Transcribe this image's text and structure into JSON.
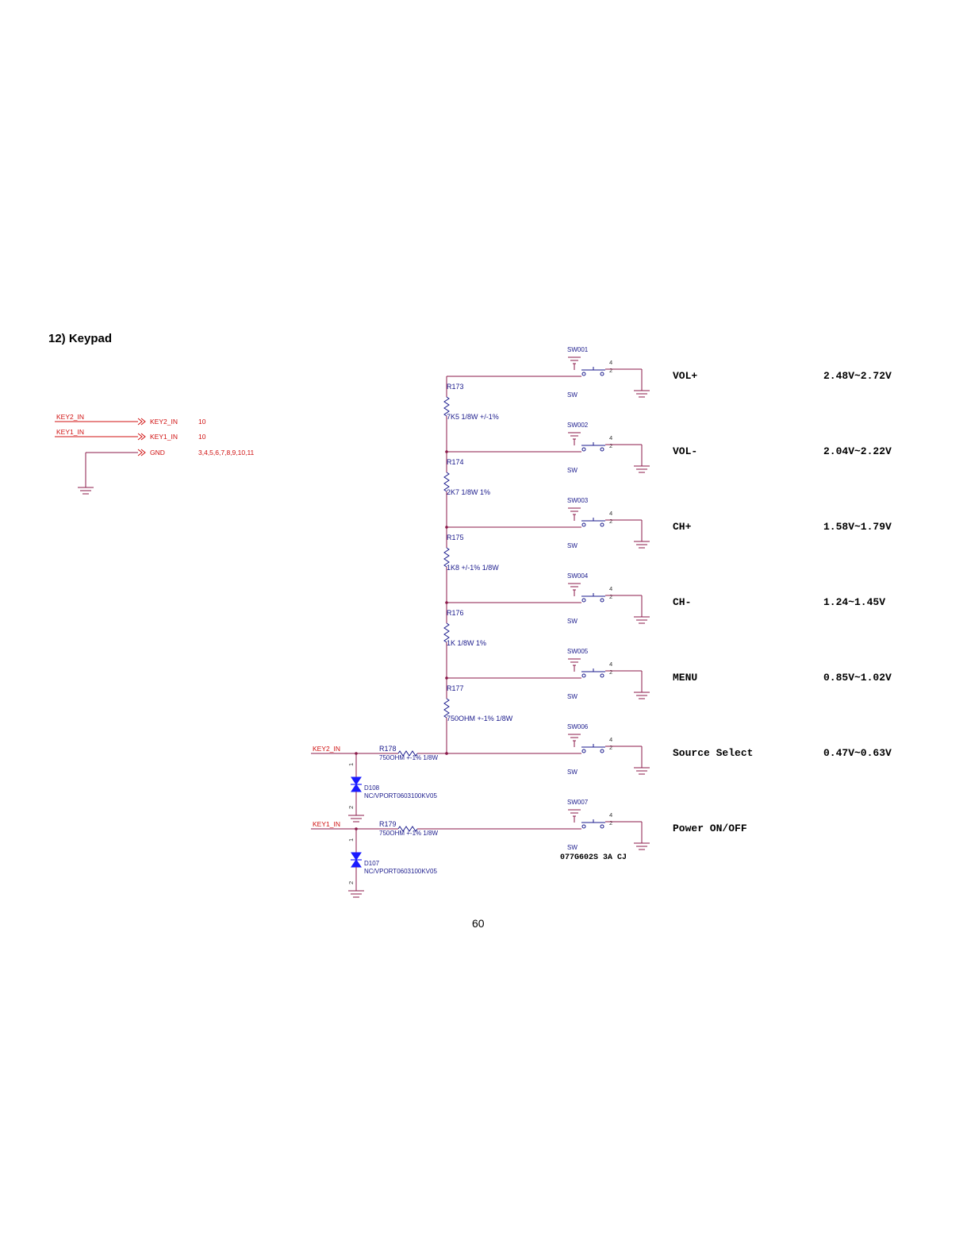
{
  "title": "12) Keypad",
  "page_number": "60",
  "connector": {
    "nets": [
      {
        "wire_label": "KEY2_IN",
        "port_label": "KEY2_IN",
        "pins": "10"
      },
      {
        "wire_label": "KEY1_IN",
        "port_label": "KEY1_IN",
        "pins": "10"
      },
      {
        "wire_label": "",
        "port_label": "GND",
        "pins": "3,4,5,6,7,8,9,10,11"
      }
    ]
  },
  "switches": [
    {
      "ref": "SW001",
      "type": "SW",
      "key": "VOL+",
      "voltage": "2.48V~2.72V"
    },
    {
      "ref": "SW002",
      "type": "SW",
      "key": "VOL-",
      "voltage": "2.04V~2.22V"
    },
    {
      "ref": "SW003",
      "type": "SW",
      "key": "CH+",
      "voltage": "1.58V~1.79V"
    },
    {
      "ref": "SW004",
      "type": "SW",
      "key": "CH-",
      "voltage": "1.24~1.45V"
    },
    {
      "ref": "SW005",
      "type": "SW",
      "key": "MENU",
      "voltage": "0.85V~1.02V"
    },
    {
      "ref": "SW006",
      "type": "SW",
      "key": "Source Select",
      "voltage": "0.47V~0.63V"
    },
    {
      "ref": "SW007",
      "type": "SW",
      "key": "Power ON/OFF",
      "voltage": ""
    }
  ],
  "switch_pins": {
    "top": "4",
    "bottom": "2"
  },
  "switch_part_number": "077G602S 3A CJ",
  "ladder_resistors": [
    {
      "ref": "R173",
      "value": "7K5 1/8W +/-1%"
    },
    {
      "ref": "R174",
      "value": "2K7 1/8W 1%"
    },
    {
      "ref": "R175",
      "value": "1K8 +/-1% 1/8W"
    },
    {
      "ref": "R176",
      "value": "1K 1/8W 1%"
    },
    {
      "ref": "R177",
      "value": "750OHM +-1% 1/8W"
    }
  ],
  "input_circuits": [
    {
      "net": "KEY2_IN",
      "resistor_ref": "R178",
      "resistor_value": "750OHM +-1% 1/8W",
      "diode_ref": "D108",
      "diode_value": "NC/VPORT0603100KV05",
      "pin1": "1",
      "pin2": "2"
    },
    {
      "net": "KEY1_IN",
      "resistor_ref": "R179",
      "resistor_value": "750OHM +-1% 1/8W",
      "diode_ref": "D107",
      "diode_value": "NC/VPORT0603100KV05",
      "pin1": "1",
      "pin2": "2"
    }
  ],
  "colors": {
    "wire": "#8b1a4a",
    "net_label": "#d01010",
    "part_label": "#1a1a8c",
    "diode": "#1a1aff"
  }
}
